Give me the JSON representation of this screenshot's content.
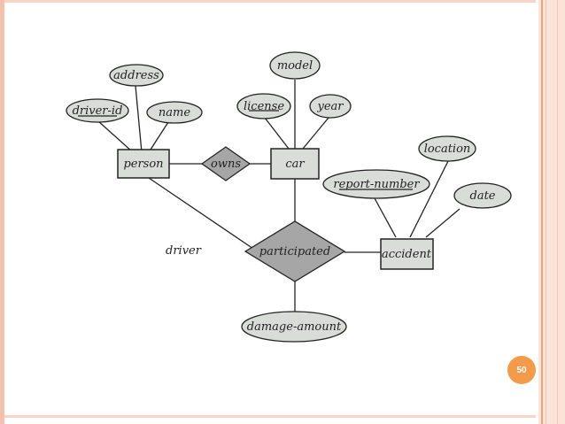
{
  "diagram": {
    "entities": {
      "person": "person",
      "car": "car",
      "accident": "accident"
    },
    "relationships": {
      "owns": "owns",
      "participated": "participated"
    },
    "attributes": {
      "address": "address",
      "driver_id": "driver-id",
      "name": "name",
      "model": "model",
      "license": "license",
      "year": "year",
      "location": "location",
      "report_number": "report-number",
      "date": "date",
      "damage_amount": "damage-amount"
    },
    "role_label": "driver"
  },
  "slide": {
    "page_number": "50"
  },
  "colors": {
    "shape_fill": "#d9ddd8",
    "diamond_fill": "#a6a6a6",
    "badge": "#f39a4b",
    "frame_accent": "#f0a283"
  }
}
